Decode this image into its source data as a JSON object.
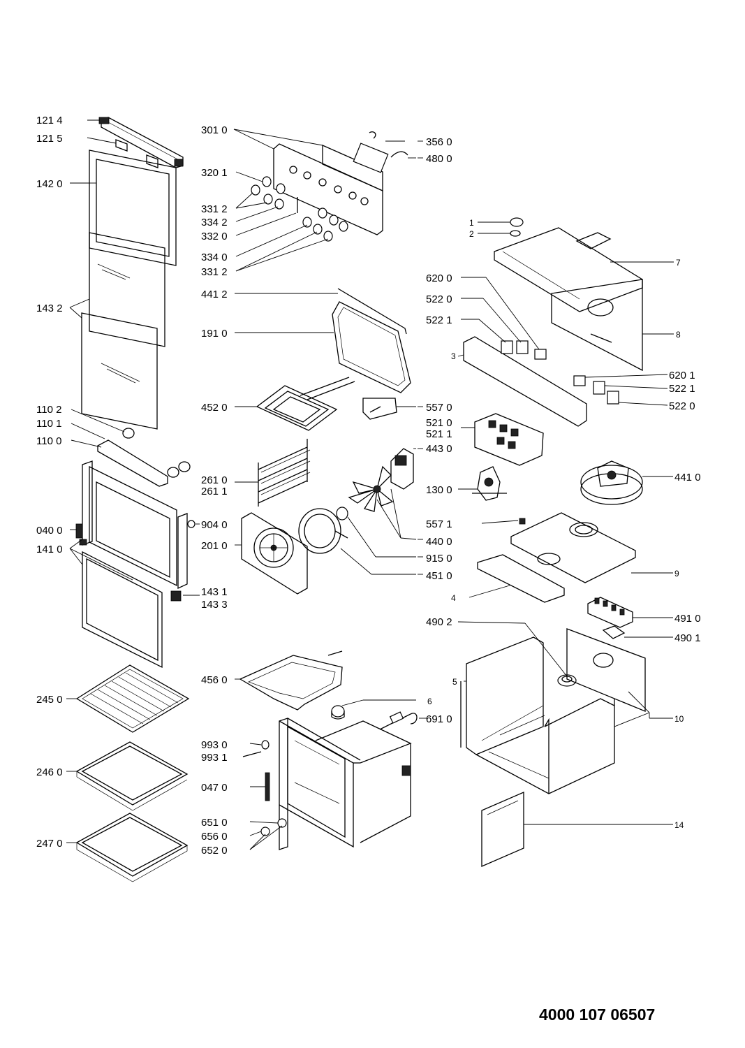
{
  "document_number": "4000 107 06507",
  "labels": {
    "l1214": "121 4",
    "l1215": "121 5",
    "l1420": "142 0",
    "l1432": "143 2",
    "l1102": "110 2",
    "l1101": "110 1",
    "l1100": "110 0",
    "l0400": "040 0",
    "l1410": "141 0",
    "l2450": "245 0",
    "l2460": "246 0",
    "l2470": "247 0",
    "l3010": "301 0",
    "l3201": "320 1",
    "l3312a": "331 2",
    "l3342": "334 2",
    "l3320": "332 0",
    "l3340": "334 0",
    "l3312b": "331 2",
    "l4412": "441 2",
    "l1910": "191 0",
    "l4520": "452 0",
    "l2610": "261 0",
    "l2611": "261 1",
    "l9040": "904 0",
    "l2010": "201 0",
    "l1431": "143 1",
    "l1433": "143 3",
    "l4560": "456 0",
    "l9930": "993 0",
    "l9931": "993 1",
    "l0470": "047 0",
    "l6510": "651 0",
    "l6560": "656 0",
    "l6520": "652 0",
    "l3560": "356 0",
    "l4800": "480 0",
    "l5570": "557 0",
    "l5210": "521 0",
    "l5211": "521 1",
    "l4430": "443 0",
    "l1300": "130 0",
    "l5571": "557 1",
    "l4400": "440 0",
    "l9150": "915 0",
    "l4510": "451 0",
    "l6": "6",
    "l6910": "691 0",
    "l1": "1",
    "l2": "2",
    "l7": "7",
    "l6200": "620 0",
    "l5220a": "522 0",
    "l5221a": "522 1",
    "l3": "3",
    "l8": "8",
    "l6201": "620 1",
    "l5221b": "522 1",
    "l5220b": "522 0",
    "l4410": "441 0",
    "l9": "9",
    "l4": "4",
    "l4902": "490 2",
    "l4910": "491 0",
    "l4901": "490 1",
    "l5": "5",
    "l10": "10",
    "l14": "14"
  },
  "colors": {
    "line": "#000000",
    "background": "#ffffff"
  }
}
